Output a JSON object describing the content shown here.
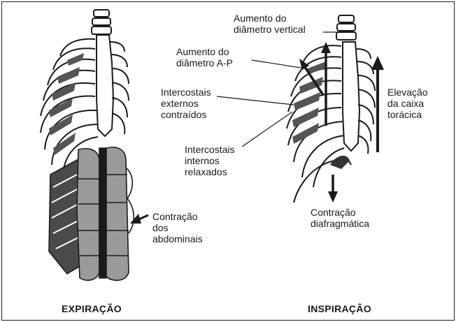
{
  "labels": {
    "vertical_diameter": [
      "Aumento do",
      "diâmetro vertical"
    ],
    "ap_diameter": [
      "Aumento do",
      "diâmetro A-P"
    ],
    "external_intercostals": [
      "Intercostais",
      "externos",
      "contraídos"
    ],
    "internal_intercostals": [
      "Intercostais",
      "internos",
      "relaxados"
    ],
    "rib_cage_elevation": [
      "Elevação",
      "da caixa",
      "torácica"
    ],
    "abdominal_contraction": [
      "Contração",
      "dos",
      "abdominais"
    ],
    "diaphragm_contraction": [
      "Contração",
      "diafragmática"
    ]
  },
  "captions": {
    "expiration": "EXPIRAÇÃO",
    "inspiration": "INSPIRAÇÃO"
  },
  "colors": {
    "ink": "#1a1a1a",
    "muscle_gray": "#9a9a9a",
    "dark_muscle": "#555555"
  }
}
